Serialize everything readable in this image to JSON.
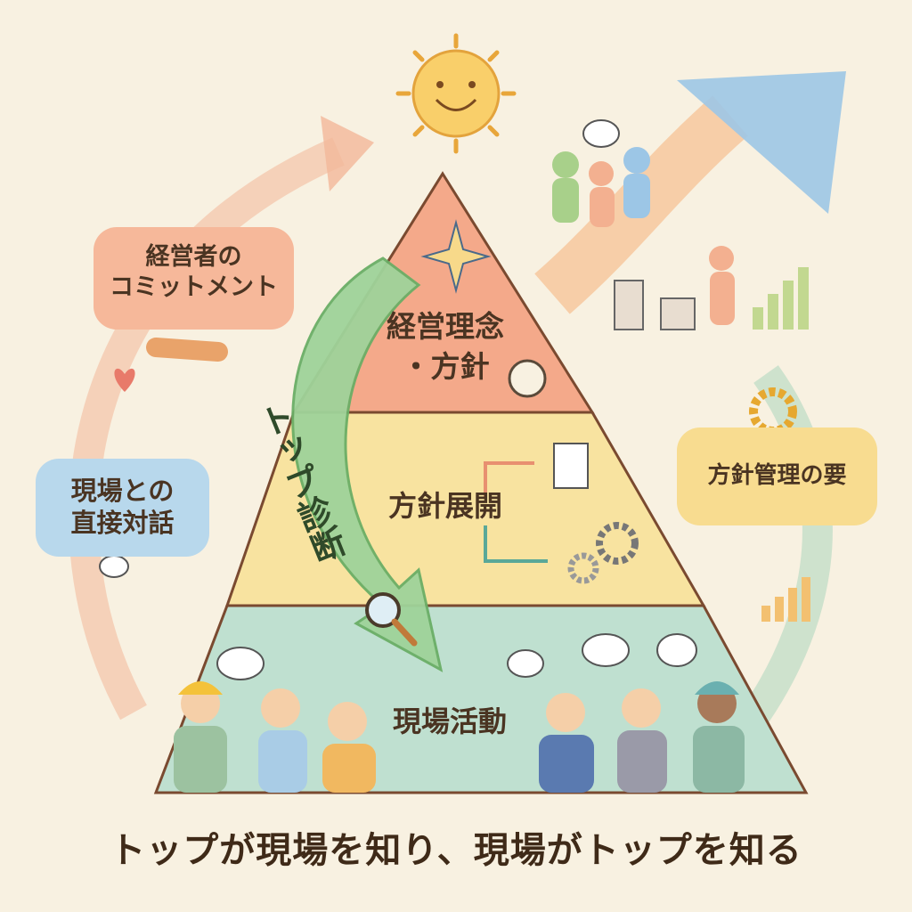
{
  "colors": {
    "background": "#f8f1e1",
    "top_layer": "#f4a98a",
    "middle_layer": "#f8e3a0",
    "bottom_layer": "#bfe0d0",
    "arrow_green": "#9fd39a",
    "text": "#4a3422"
  },
  "pyramid": {
    "top": "経営理念\n・方針",
    "middle": "方針展開",
    "bottom": "現場活動"
  },
  "arrow_label": "トップ診断",
  "bubbles": {
    "commitment": "経営者の\nコミットメント",
    "dialogue": "現場との\n直接対話",
    "key": "方針管理の要"
  },
  "tagline": "トップが現場を知り、現場がトップを知る"
}
